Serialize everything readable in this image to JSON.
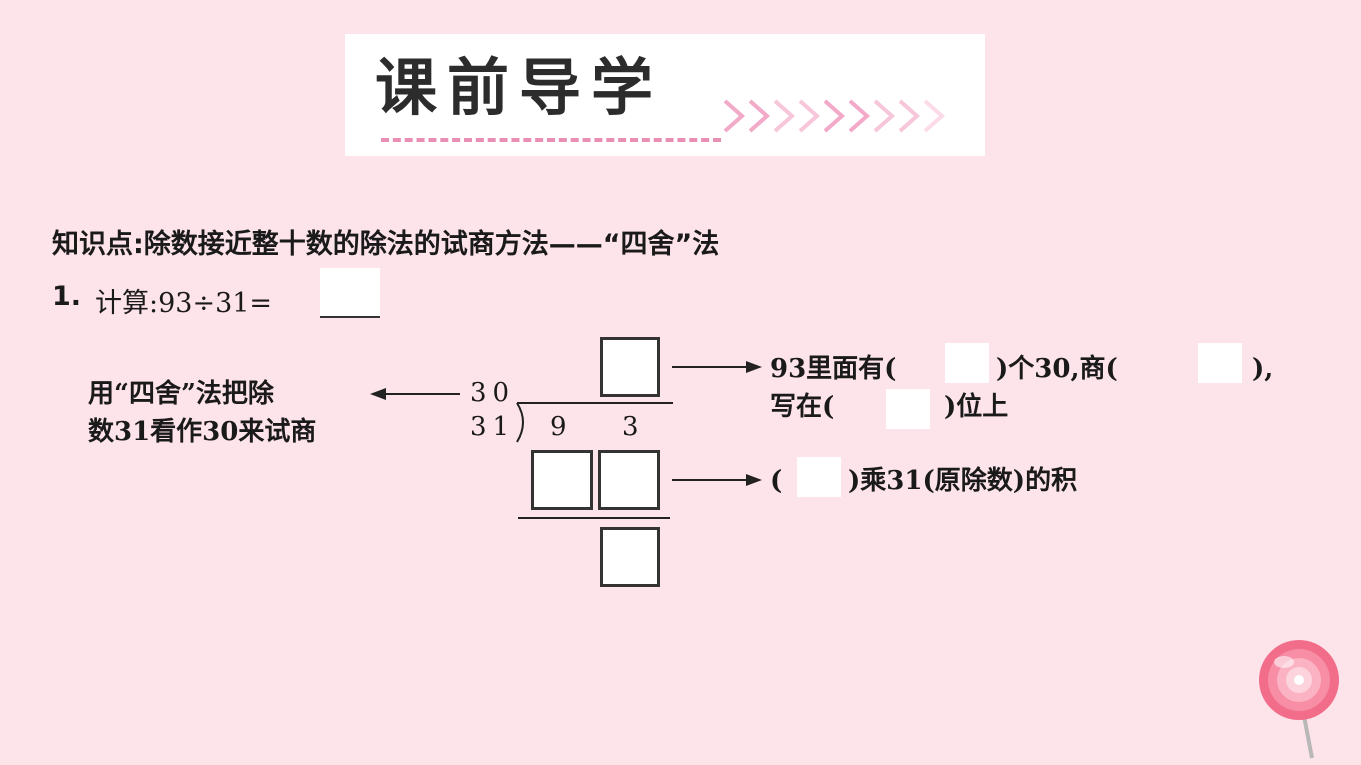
{
  "banner": {
    "title": "课前导学"
  },
  "heading": "知识点:除数接近整十数的除法的试商方法——“四舍”法",
  "question": {
    "label": "1.",
    "text": "计算:93÷31="
  },
  "left_note": {
    "line1": "用“四舍”法把除",
    "line2": "数31看作30来试商"
  },
  "division": {
    "approx_divisor": "30",
    "divisor": "31",
    "dividend_digits": [
      "9",
      "3"
    ]
  },
  "right_note_1": {
    "part1": "93里面有(",
    "part2": ")个30,商(",
    "part3": "),",
    "line2_part1": "写在(",
    "line2_part2": ")位上"
  },
  "right_note_2": {
    "part1": "(",
    "part2": ")乘31(原除数)的积"
  },
  "colors": {
    "background": "#fde3ea",
    "dash_pink": "#e98fb4",
    "chevron_pink": "#f3a9c8"
  }
}
